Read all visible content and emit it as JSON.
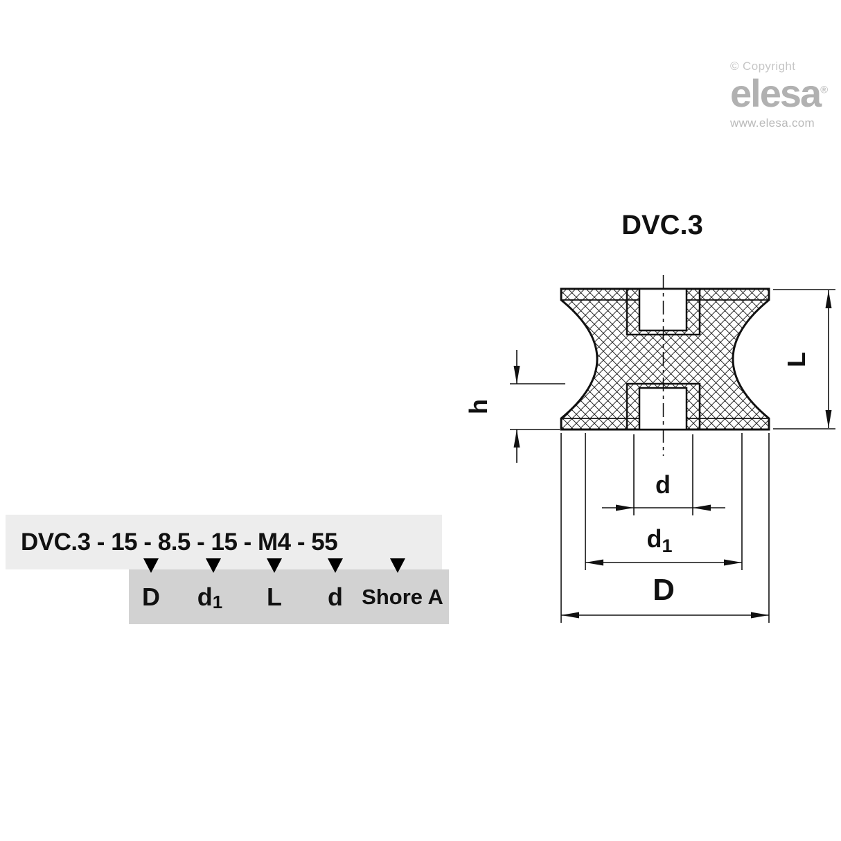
{
  "branding": {
    "copyright": "© Copyright",
    "logo_text": "elesa",
    "registered_mark": "®",
    "website": "www.elesa.com"
  },
  "drawing": {
    "title": "DVC.3",
    "dimensions": {
      "overall_height": "L",
      "insert_depth": "h",
      "thread_diameter": "d",
      "ring_diameter_main": "d",
      "ring_diameter_sub": "1",
      "outer_diameter": "D"
    }
  },
  "ordering": {
    "code": "DVC.3 - 15 - 8.5 - 15 - M4 - 55",
    "labels": [
      {
        "main": "D"
      },
      {
        "main": "d",
        "sub": "1"
      },
      {
        "main": "L"
      },
      {
        "main": "d"
      },
      {
        "main": "Shore A"
      }
    ]
  }
}
